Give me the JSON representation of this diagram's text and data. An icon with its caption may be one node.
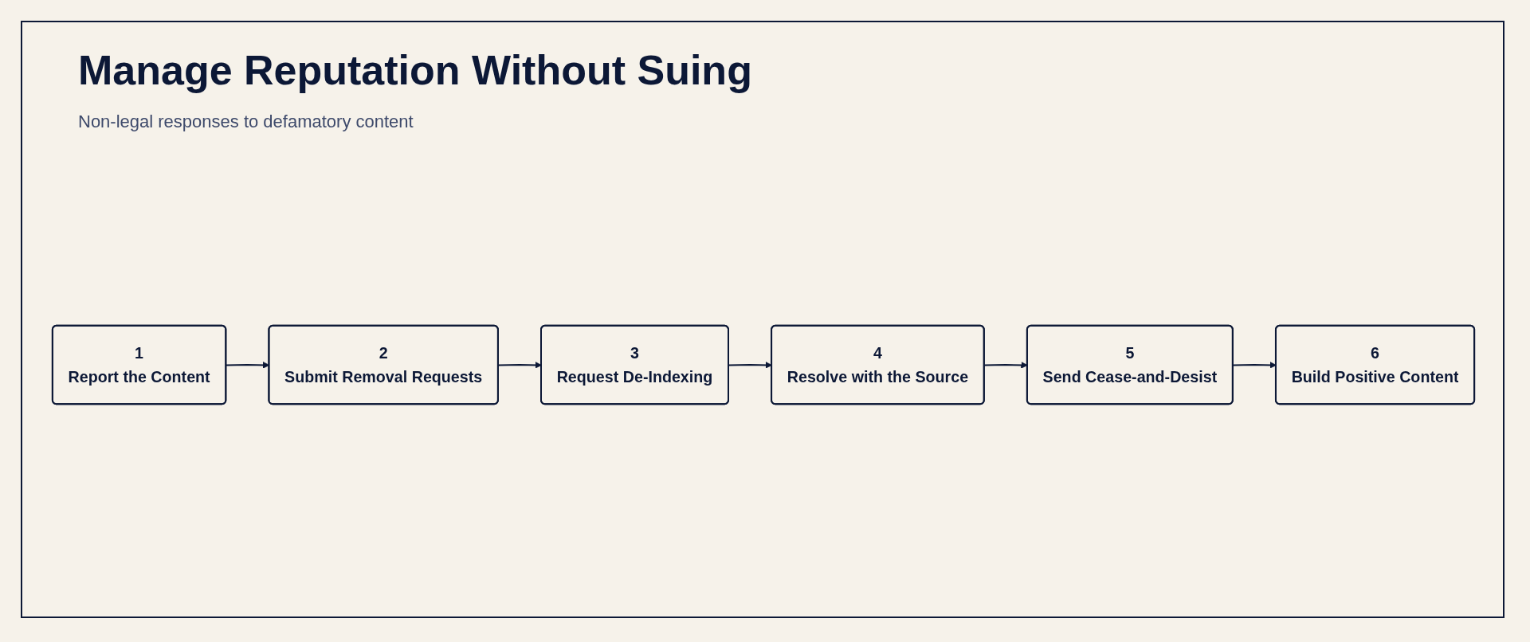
{
  "diagram": {
    "title": "Manage Reputation Without Suing",
    "caption": "Non-legal responses to defamatory content",
    "nodes": [
      {
        "text": [
          "1",
          "Report the Content"
        ]
      },
      {
        "text": [
          "2",
          "Submit Removal Requests"
        ]
      },
      {
        "text": [
          "3",
          "Request De-Indexing"
        ]
      },
      {
        "text": [
          "4",
          "Resolve with the Source"
        ]
      },
      {
        "text": [
          "5",
          "Send Cease-and-Desist"
        ]
      },
      {
        "text": [
          "6",
          "Build Positive Content"
        ]
      }
    ],
    "edges": [
      {
        "from": 0,
        "to": 1,
        "arrow": "to"
      },
      {
        "from": 1,
        "to": 2,
        "arrow": "to"
      },
      {
        "from": 2,
        "to": 3,
        "arrow": "to"
      },
      {
        "from": 3,
        "to": 4,
        "arrow": "to"
      },
      {
        "from": 4,
        "to": 5,
        "arrow": "to"
      }
    ]
  }
}
